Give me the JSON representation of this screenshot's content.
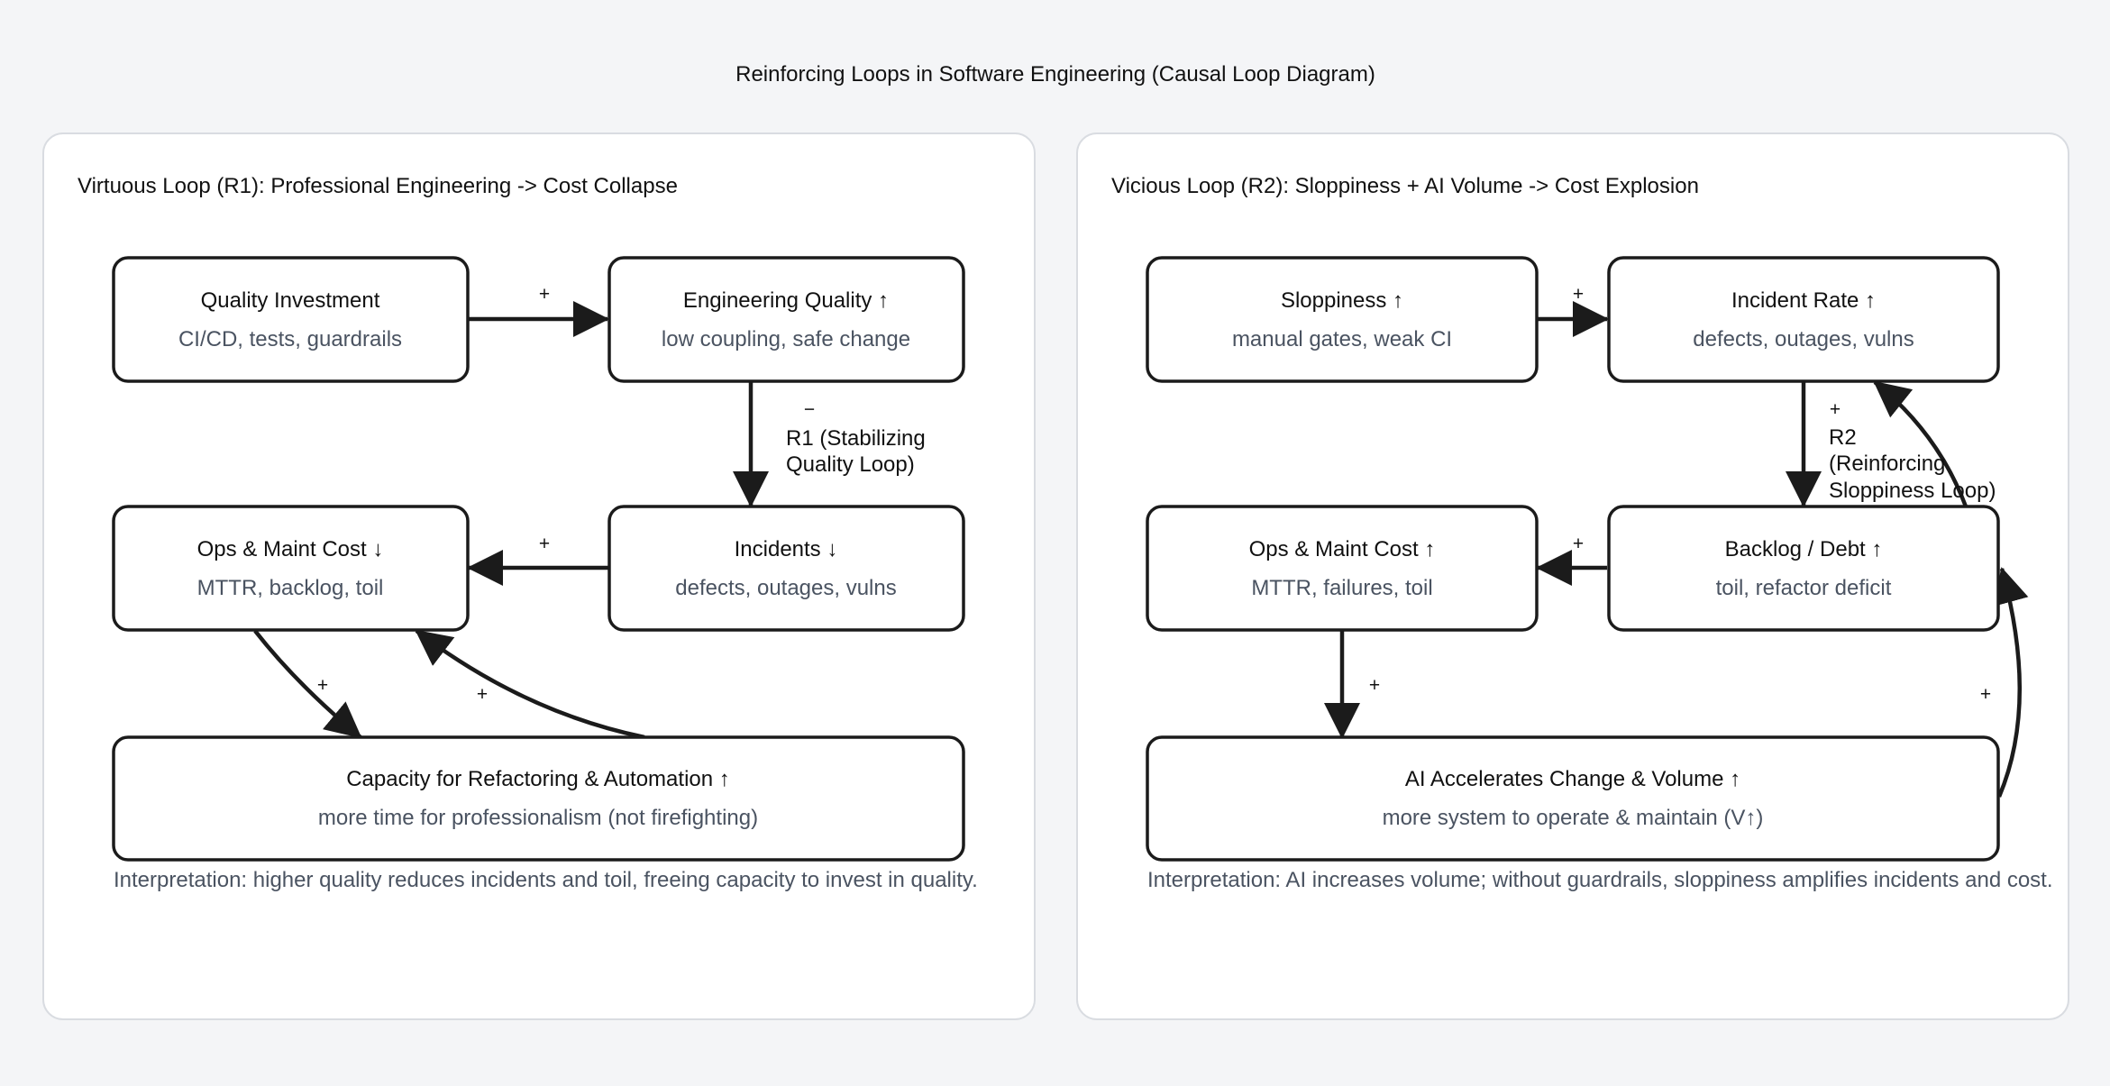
{
  "title": "Reinforcing Loops in Software Engineering (Causal Loop Diagram)",
  "panels": [
    {
      "title": "Virtuous Loop (R1): Professional Engineering -> Cost Collapse",
      "nodes": [
        {
          "title": "Quality Investment",
          "subtitle": "CI/CD, tests, guardrails"
        },
        {
          "title": "Engineering Quality ↑",
          "subtitle": "low coupling, safe change"
        },
        {
          "title": "Ops & Maint Cost ↓",
          "subtitle": "MTTR, backlog, toil"
        },
        {
          "title": "Incidents ↓",
          "subtitle": "defects, outages, vulns"
        },
        {
          "title": "Capacity for Refactoring & Automation ↑",
          "subtitle": "more time for professionalism (not firefighting)"
        }
      ],
      "edge_signs": [
        "+",
        "−",
        "+",
        "+",
        "+"
      ],
      "loop_label": [
        "R1 (Stabilizing",
        "Quality Loop)"
      ],
      "interpretation": "Interpretation: higher quality reduces incidents and toil, freeing capacity to invest in quality."
    },
    {
      "title": "Vicious Loop (R2): Sloppiness + AI Volume -> Cost Explosion",
      "nodes": [
        {
          "title": "Sloppiness ↑",
          "subtitle": "manual gates, weak CI"
        },
        {
          "title": "Incident Rate ↑",
          "subtitle": "defects, outages, vulns"
        },
        {
          "title": "Ops & Maint Cost ↑",
          "subtitle": "MTTR, failures, toil"
        },
        {
          "title": "Backlog / Debt ↑",
          "subtitle": "toil, refactor deficit"
        },
        {
          "title": "AI Accelerates Change & Volume ↑",
          "subtitle": "more system to operate & maintain (V↑)"
        }
      ],
      "edge_signs": [
        "+",
        "+",
        "+",
        "+",
        "+"
      ],
      "loop_label": [
        "R2",
        "(Reinforcing",
        "Sloppiness Loop)"
      ],
      "interpretation": "Interpretation: AI increases volume; without guardrails, sloppiness amplifies incidents and cost."
    }
  ]
}
